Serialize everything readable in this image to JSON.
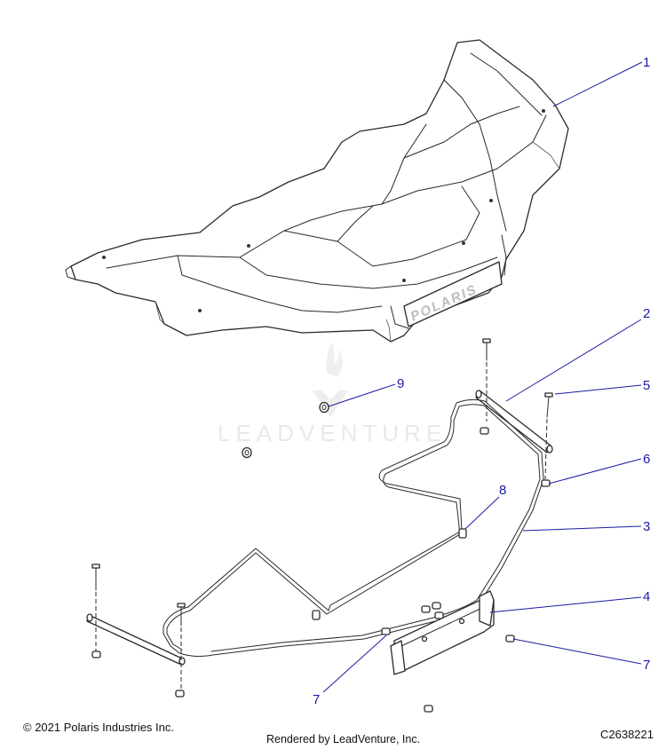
{
  "callouts": [
    "1",
    "2",
    "3",
    "4",
    "5",
    "6",
    "7",
    "7",
    "8",
    "9"
  ],
  "brand_logo_text": "POLARIS",
  "watermark": "LEADVENTURE",
  "footer": {
    "copyright": "© 2021 Polaris Industries Inc.",
    "rendered_by": "Rendered by LeadVenture, Inc.",
    "diagram_code": "C2638221"
  },
  "colors": {
    "callout": "#1a1aa6",
    "line": "#2a2a2a",
    "watermark": "#dcdcdc"
  }
}
